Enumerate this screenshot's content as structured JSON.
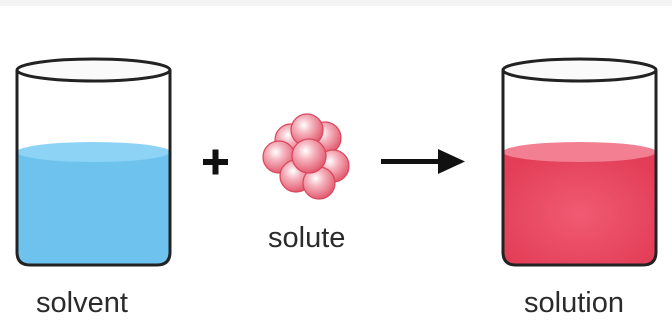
{
  "labels": {
    "solvent": "solvent",
    "solute": "solute",
    "solution": "solution"
  },
  "operators": {
    "plus": "+",
    "arrow": "→"
  },
  "colors": {
    "solvent_liquid": "#6ec3ee",
    "solvent_surface": "#8dd3f5",
    "solution_liquid": "#e8465f",
    "solution_surface": "#f27f92",
    "solute_particle": "#ec6f82",
    "outline": "#222222",
    "glass_inner": "#fafafa"
  },
  "icons": {
    "solvent_beaker": "beaker-icon",
    "solute_cluster": "particle-cluster-icon",
    "solution_beaker": "beaker-icon"
  }
}
